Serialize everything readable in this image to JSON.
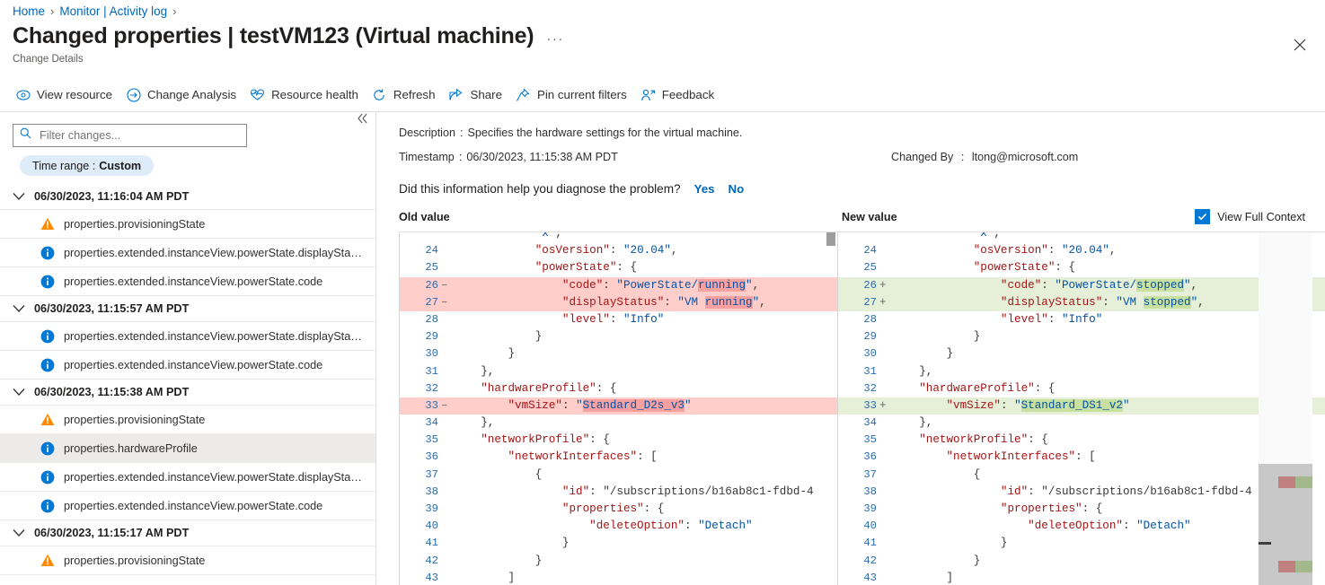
{
  "breadcrumb": {
    "items": [
      "Home",
      "Monitor | Activity log"
    ],
    "separator": "›"
  },
  "header": {
    "title": "Changed properties | testVM123 (Virtual machine)",
    "ellipsis": "···",
    "subtitle": "Change Details"
  },
  "commandbar": {
    "items": [
      {
        "label": "View resource",
        "icon": "view-resource-icon"
      },
      {
        "label": "Change Analysis",
        "icon": "change-analysis-icon"
      },
      {
        "label": "Resource health",
        "icon": "heart-pulse-icon"
      },
      {
        "label": "Refresh",
        "icon": "refresh-icon"
      },
      {
        "label": "Share",
        "icon": "share-icon"
      },
      {
        "label": "Pin current filters",
        "icon": "pin-icon"
      },
      {
        "label": "Feedback",
        "icon": "feedback-icon"
      }
    ]
  },
  "sidebar": {
    "filter": {
      "placeholder": "Filter changes...",
      "value": "",
      "icon": "search-icon"
    },
    "pill": {
      "label": "Time range :",
      "value": "Custom"
    },
    "groups": [
      {
        "timestamp": "06/30/2023, 11:16:04 AM PDT",
        "rows": [
          {
            "severity": "warning",
            "label": "properties.provisioningState",
            "selected": false
          },
          {
            "severity": "info",
            "label": "properties.extended.instanceView.powerState.displaySta…",
            "selected": false
          },
          {
            "severity": "info",
            "label": "properties.extended.instanceView.powerState.code",
            "selected": false
          }
        ]
      },
      {
        "timestamp": "06/30/2023, 11:15:57 AM PDT",
        "rows": [
          {
            "severity": "info",
            "label": "properties.extended.instanceView.powerState.displaySta…",
            "selected": false
          },
          {
            "severity": "info",
            "label": "properties.extended.instanceView.powerState.code",
            "selected": false
          }
        ]
      },
      {
        "timestamp": "06/30/2023, 11:15:38 AM PDT",
        "rows": [
          {
            "severity": "warning",
            "label": "properties.provisioningState",
            "selected": false
          },
          {
            "severity": "info",
            "label": "properties.hardwareProfile",
            "selected": true
          },
          {
            "severity": "info",
            "label": "properties.extended.instanceView.powerState.displaySta…",
            "selected": false
          },
          {
            "severity": "info",
            "label": "properties.extended.instanceView.powerState.code",
            "selected": false
          }
        ]
      },
      {
        "timestamp": "06/30/2023, 11:15:17 AM PDT",
        "rows": [
          {
            "severity": "warning",
            "label": "properties.provisioningState",
            "selected": false
          }
        ]
      }
    ]
  },
  "details": {
    "description_key": "Description",
    "description_value": "Specifies the hardware settings for the virtual machine.",
    "timestamp_key": "Timestamp",
    "timestamp_value": "06/30/2023, 11:15:38 AM PDT",
    "changedby_key": "Changed By",
    "changedby_value": "ltong@microsoft.com",
    "feedback_question": "Did this information help you diagnose the problem?",
    "feedback_yes": "Yes",
    "feedback_no": "No",
    "old_value_header": "Old value",
    "new_value_header": "New value",
    "view_full_context": "View Full Context",
    "view_full_context_checked": true
  },
  "diff": {
    "old_lines": [
      {
        "n": "24",
        "mark": "",
        "type": "ctx",
        "text": "            \"osVersion\": \"20.04\","
      },
      {
        "n": "25",
        "mark": "",
        "type": "ctx",
        "text": "            \"powerState\": {"
      },
      {
        "n": "26",
        "mark": "–",
        "type": "del",
        "text": "                \"code\": \"PowerState/running\",",
        "hl": "running"
      },
      {
        "n": "27",
        "mark": "–",
        "type": "del",
        "text": "                \"displayStatus\": \"VM running\",",
        "hl": "running"
      },
      {
        "n": "28",
        "mark": "",
        "type": "ctx",
        "text": "                \"level\": \"Info\""
      },
      {
        "n": "29",
        "mark": "",
        "type": "ctx",
        "text": "            }"
      },
      {
        "n": "30",
        "mark": "",
        "type": "ctx",
        "text": "        }"
      },
      {
        "n": "31",
        "mark": "",
        "type": "ctx",
        "text": "    },"
      },
      {
        "n": "32",
        "mark": "",
        "type": "ctx",
        "text": "    \"hardwareProfile\": {"
      },
      {
        "n": "33",
        "mark": "–",
        "type": "del",
        "text": "        \"vmSize\": \"Standard_D2s_v3\"",
        "hl": "Standard_D2s_v3"
      },
      {
        "n": "34",
        "mark": "",
        "type": "ctx",
        "text": "    },"
      },
      {
        "n": "35",
        "mark": "",
        "type": "ctx",
        "text": "    \"networkProfile\": {"
      },
      {
        "n": "36",
        "mark": "",
        "type": "ctx",
        "text": "        \"networkInterfaces\": ["
      },
      {
        "n": "37",
        "mark": "",
        "type": "ctx",
        "text": "            {"
      },
      {
        "n": "38",
        "mark": "",
        "type": "ctx",
        "text": "                \"id\": \"/subscriptions/b16ab8c1-fdbd-4"
      },
      {
        "n": "39",
        "mark": "",
        "type": "ctx",
        "text": "                \"properties\": {"
      },
      {
        "n": "40",
        "mark": "",
        "type": "ctx",
        "text": "                    \"deleteOption\": \"Detach\""
      },
      {
        "n": "41",
        "mark": "",
        "type": "ctx",
        "text": "                }"
      },
      {
        "n": "42",
        "mark": "",
        "type": "ctx",
        "text": "            }"
      },
      {
        "n": "43",
        "mark": "",
        "type": "ctx",
        "text": "        ]"
      }
    ],
    "new_lines": [
      {
        "n": "24",
        "mark": "",
        "type": "ctx",
        "text": "            \"osVersion\": \"20.04\","
      },
      {
        "n": "25",
        "mark": "",
        "type": "ctx",
        "text": "            \"powerState\": {"
      },
      {
        "n": "26",
        "mark": "+",
        "type": "add",
        "text": "                \"code\": \"PowerState/stopped\",",
        "hl": "stopped"
      },
      {
        "n": "27",
        "mark": "+",
        "type": "add",
        "text": "                \"displayStatus\": \"VM stopped\",",
        "hl": "stopped"
      },
      {
        "n": "28",
        "mark": "",
        "type": "ctx",
        "text": "                \"level\": \"Info\""
      },
      {
        "n": "29",
        "mark": "",
        "type": "ctx",
        "text": "            }"
      },
      {
        "n": "30",
        "mark": "",
        "type": "ctx",
        "text": "        }"
      },
      {
        "n": "31",
        "mark": "",
        "type": "ctx",
        "text": "    },"
      },
      {
        "n": "32",
        "mark": "",
        "type": "ctx",
        "text": "    \"hardwareProfile\": {"
      },
      {
        "n": "33",
        "mark": "+",
        "type": "add",
        "text": "        \"vmSize\": \"Standard_DS1_v2\"",
        "hl": "Standard_DS1_v2"
      },
      {
        "n": "34",
        "mark": "",
        "type": "ctx",
        "text": "    },"
      },
      {
        "n": "35",
        "mark": "",
        "type": "ctx",
        "text": "    \"networkProfile\": {"
      },
      {
        "n": "36",
        "mark": "",
        "type": "ctx",
        "text": "        \"networkInterfaces\": ["
      },
      {
        "n": "37",
        "mark": "",
        "type": "ctx",
        "text": "            {"
      },
      {
        "n": "38",
        "mark": "",
        "type": "ctx",
        "text": "                \"id\": \"/subscriptions/b16ab8c1-fdbd-4"
      },
      {
        "n": "39",
        "mark": "",
        "type": "ctx",
        "text": "                \"properties\": {"
      },
      {
        "n": "40",
        "mark": "",
        "type": "ctx",
        "text": "                    \"deleteOption\": \"Detach\""
      },
      {
        "n": "41",
        "mark": "",
        "type": "ctx",
        "text": "                }"
      },
      {
        "n": "42",
        "mark": "",
        "type": "ctx",
        "text": "            }"
      },
      {
        "n": "43",
        "mark": "",
        "type": "ctx",
        "text": "        ]"
      }
    ]
  },
  "colors": {
    "accent": "#0078d4",
    "link": "#0067b8",
    "delete_bg": "#ffcecb",
    "delete_hl": "#f8a1a1",
    "add_bg": "#e6efd8",
    "add_hl": "#c8e1a0",
    "warning": "#ff8c00",
    "info": "#0078d4"
  }
}
